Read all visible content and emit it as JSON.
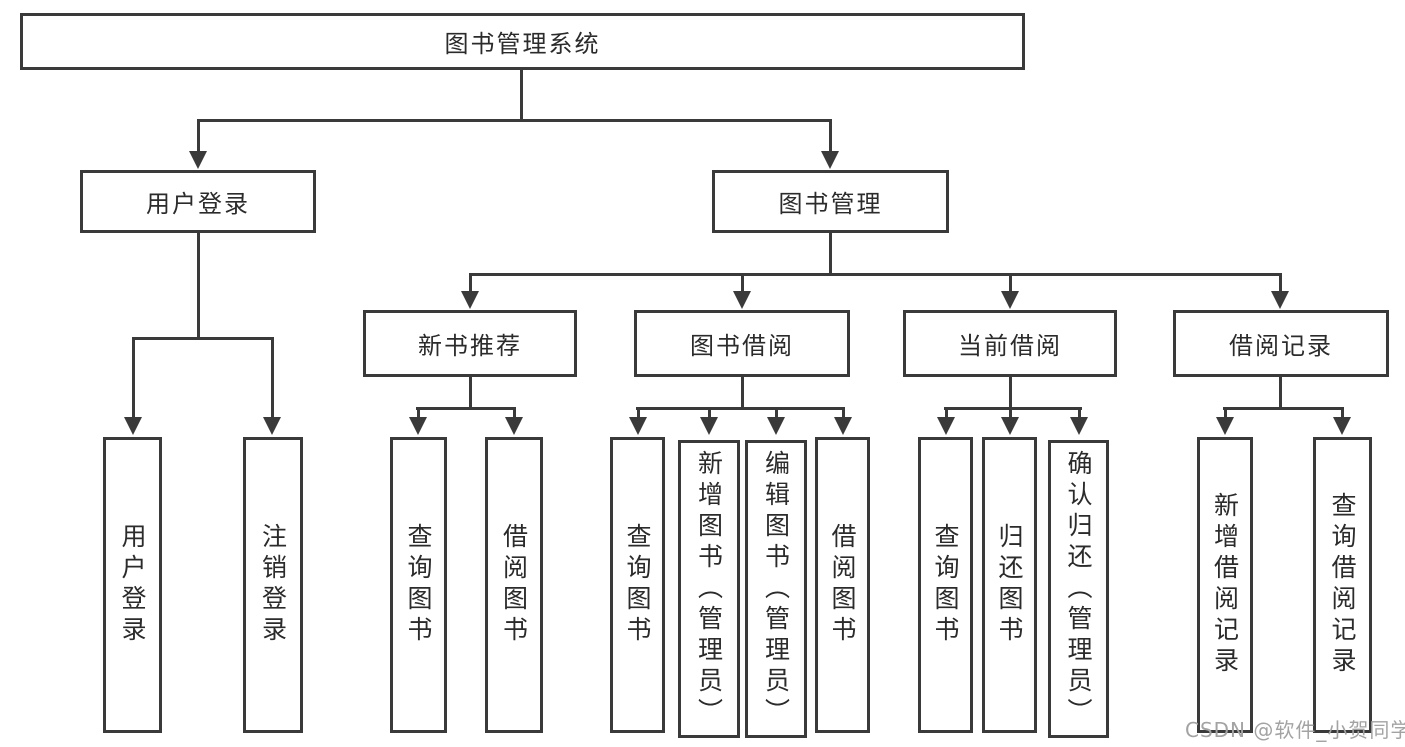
{
  "tree": {
    "root": {
      "label": "图书管理系统",
      "children": [
        {
          "label": "用户登录",
          "children": [
            {
              "label": "用户登录"
            },
            {
              "label": "注销登录"
            }
          ]
        },
        {
          "label": "图书管理",
          "children": [
            {
              "label": "新书推荐",
              "children": [
                {
                  "label": "查询图书"
                },
                {
                  "label": "借阅图书"
                }
              ]
            },
            {
              "label": "图书借阅",
              "children": [
                {
                  "label": "查询图书"
                },
                {
                  "label": "新增图书（管理员）"
                },
                {
                  "label": "编辑图书（管理员）"
                },
                {
                  "label": "借阅图书"
                }
              ]
            },
            {
              "label": "当前借阅",
              "children": [
                {
                  "label": "查询图书"
                },
                {
                  "label": "归还图书"
                },
                {
                  "label": "确认归还（管理员）"
                }
              ]
            },
            {
              "label": "借阅记录",
              "children": [
                {
                  "label": "新增借阅记录"
                },
                {
                  "label": "查询借阅记录"
                }
              ]
            }
          ]
        }
      ]
    }
  },
  "watermark": {
    "text": "CSDN @软件_小贺同学"
  },
  "colors": {
    "line": "#3a3a3a",
    "box_border": "#3a3a3a",
    "box_bg": "#ffffff",
    "text": "#2b2b2b",
    "watermark": "#a3a3a3",
    "background": "#ffffff"
  }
}
